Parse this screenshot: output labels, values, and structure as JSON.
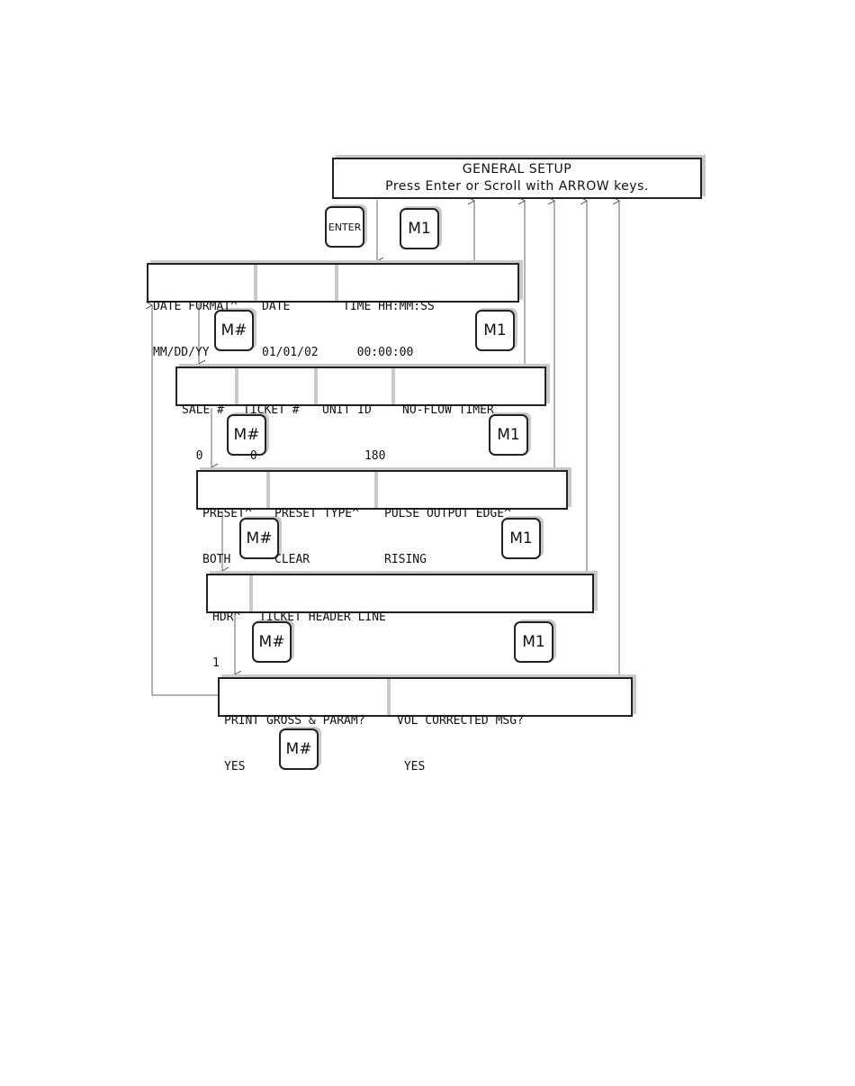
{
  "header": {
    "title": "GENERAL SETUP",
    "subtitle": "Press Enter or Scroll with ARROW keys."
  },
  "keys": {
    "enter": "ENTER",
    "m1": "M1",
    "mhash": "M#"
  },
  "screens": [
    {
      "cells": [
        {
          "label": "DATE FORMAT^",
          "value": "MM/DD/YY"
        },
        {
          "label": "DATE",
          "value": "01/01/02"
        },
        {
          "label": "TIME HH:MM:SS",
          "value": "  00:00:00"
        }
      ]
    },
    {
      "cells": [
        {
          "label": "SALE #",
          "value": "  0"
        },
        {
          "label": "TICKET #",
          "value": " 0"
        },
        {
          "label": "UNIT ID",
          "value": "      180"
        },
        {
          "label": "NO-FLOW TIMER",
          "value": ""
        }
      ]
    },
    {
      "cells": [
        {
          "label": "PRESET^",
          "value": "BOTH"
        },
        {
          "label": "PRESET TYPE^",
          "value": "CLEAR"
        },
        {
          "label": "PULSE OUTPUT EDGE^",
          "value": "RISING"
        }
      ]
    },
    {
      "cells": [
        {
          "label": "HDR^",
          "value": "1"
        },
        {
          "label": "TICKET HEADER LINE",
          "value": ""
        }
      ]
    },
    {
      "cells": [
        {
          "label": "PRINT GROSS & PARAM?",
          "value": "YES"
        },
        {
          "label": "VOL CORRECTED MSG?",
          "value": " YES"
        }
      ]
    }
  ]
}
